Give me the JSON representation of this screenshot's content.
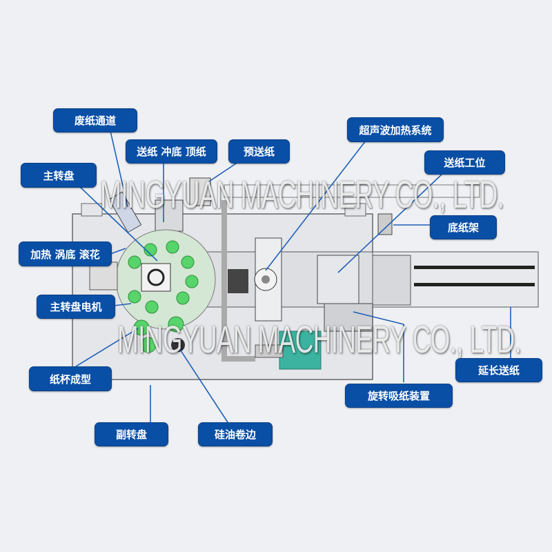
{
  "labels": {
    "waste_paper_channel": "废纸通道",
    "feed_punch_push": "送纸 冲底 顶纸",
    "pre_feed": "预送纸",
    "ultrasonic_heating": "超声波加热系统",
    "paper_feed_station": "送纸工位",
    "main_turntable": "主转盘",
    "bottom_paper_rack": "底纸架",
    "heat_vortex_knurl": "加热 涡底 滚花",
    "main_turntable_motor": "主转盘电机",
    "extended_feed": "延长送纸",
    "cup_forming": "纸杯成型",
    "rotary_suction_device": "旋转吸纸装置",
    "secondary_turntable": "副转盘",
    "silicone_curling": "硅油卷边"
  },
  "watermark": "MINGYUAN MACHINERY CO., LTD.",
  "colors": {
    "label_bg": "#0a4fa6",
    "leader": "#1f5fb8",
    "accent_green": "#4fcf5a"
  }
}
